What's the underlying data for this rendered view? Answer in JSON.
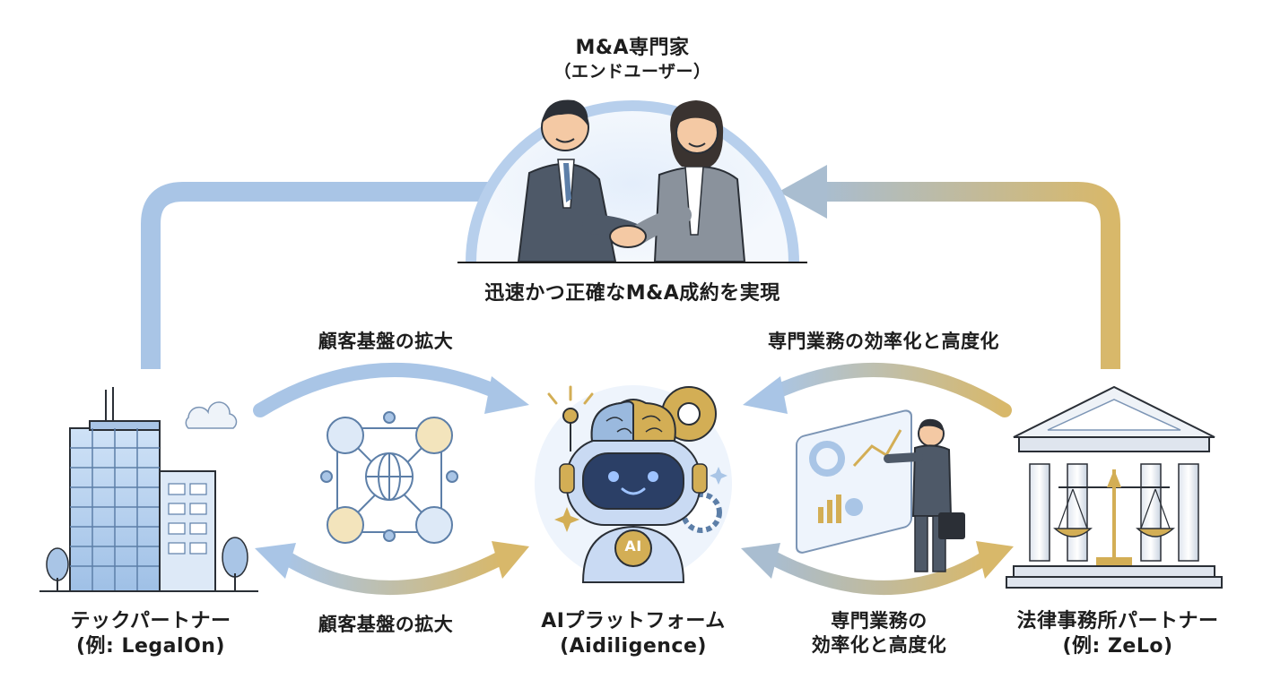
{
  "top": {
    "title": "M&A専門家",
    "subtitle": "（エンドユーザー）",
    "caption": "迅速かつ正確なM&A成約を実現"
  },
  "left": {
    "title": "テックパートナー",
    "subtitle": "(例: LegalOn)",
    "flow_top": "顧客基盤の拡大",
    "flow_bottom": "顧客基盤の拡大"
  },
  "center": {
    "title": "AIプラットフォーム",
    "subtitle": "(Aidiligence)",
    "badge": "AI"
  },
  "right": {
    "title": "法律事務所パートナー",
    "subtitle": "(例: ZeLo)",
    "flow_top": "専門業務の効率化と高度化",
    "flow_bottom_line1": "専門業務の",
    "flow_bottom_line2": "効率化と高度化"
  },
  "colors": {
    "arrow_blue": "#a9c5e6",
    "arrow_gold": "#d8b86a",
    "suit_dark": "#4e5968",
    "suit_light": "#8a929c",
    "skin": "#f4c9a4",
    "glass": "#bcd6f2",
    "robot": "#c9daf3",
    "gold": "#d3ae55"
  },
  "icons": {
    "top": "handshake-people-icon",
    "left": "office-building-icon",
    "network": "customer-network-icon",
    "center": "ai-robot-icon",
    "presenter": "business-presenter-icon",
    "right": "courthouse-scales-icon"
  }
}
